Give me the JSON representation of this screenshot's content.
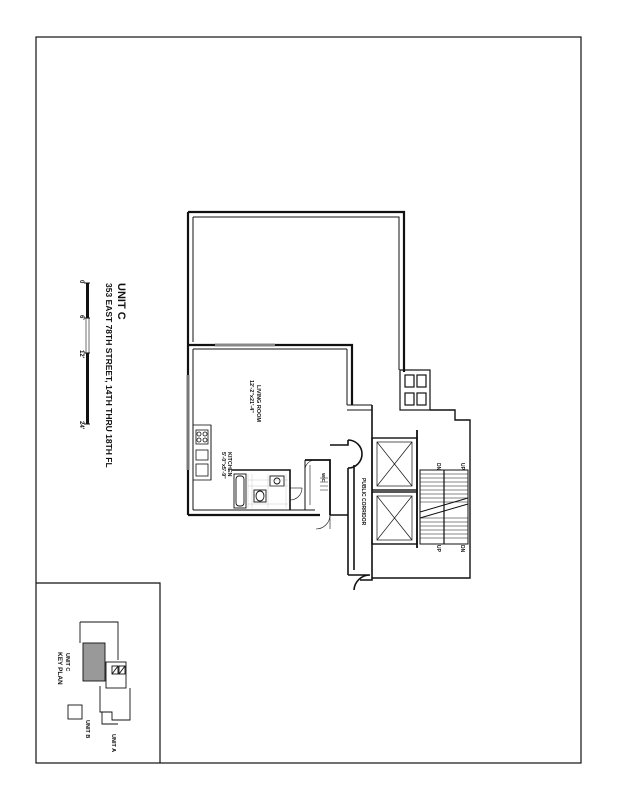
{
  "title": {
    "unit": "UNIT C",
    "address": "353 EAST 78TH STREET, 14TH THRU 18TH FL"
  },
  "scale_bar": {
    "ticks": [
      "0",
      "6'",
      "12'",
      "24'"
    ]
  },
  "rooms": {
    "living_room": {
      "name": "LIVING ROOM",
      "dims": "12'-2\"x21'-4\""
    },
    "kitchen": {
      "name": "KITCHEN",
      "dims": "5'-0\"x5'-9\""
    },
    "wic": "WIC",
    "public_corridor": "PUBLIC CORRIDOR"
  },
  "stairs": {
    "dn_top": "DN",
    "up_top": "UP",
    "up_bottom": "UP",
    "dn_bottom": "DN"
  },
  "key_plan": {
    "title": "KEY PLAN",
    "unit_c": "UNIT C",
    "unit_b": "UNIT B",
    "unit_a": "UNIT A"
  }
}
